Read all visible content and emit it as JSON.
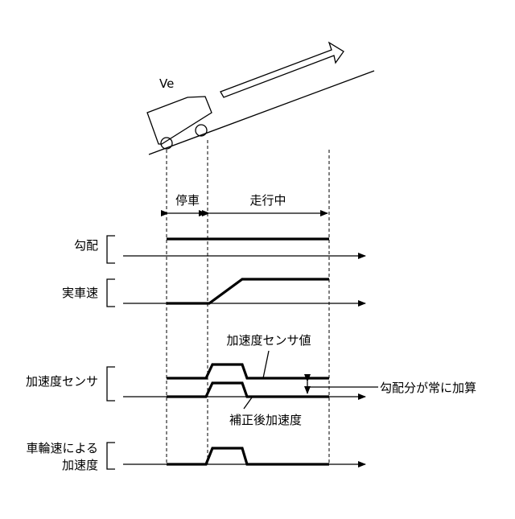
{
  "vehicle_label": "Ve",
  "phases": {
    "stopped": "停車",
    "running": "走行中"
  },
  "signals": {
    "gradient": "勾配",
    "actual_speed": "実車速",
    "accel_sensor": "加速度センサ",
    "wheel_accel_line1": "車輪速による",
    "wheel_accel_line2": "加速度"
  },
  "annotations": {
    "sensor_value": "加速度センサ値",
    "corrected_accel": "補正後加速度",
    "gradient_offset": "勾配分が常に加算"
  }
}
